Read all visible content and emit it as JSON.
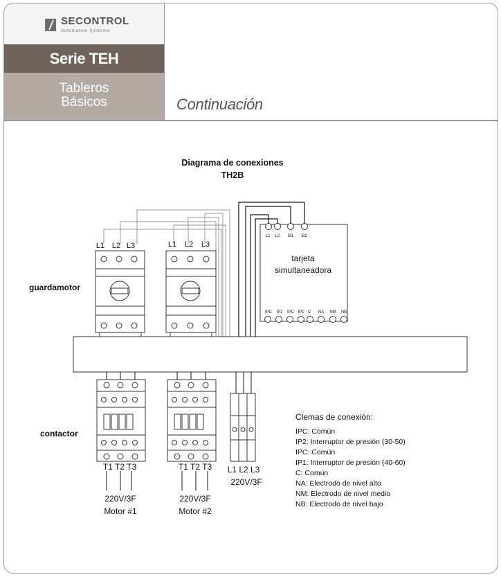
{
  "brand": {
    "name": "SECONTROL",
    "tagline": "Automation Systems"
  },
  "header": {
    "series": "Serie TEH",
    "section_line1": "Tableros",
    "section_line2": "Básicos",
    "continuation": "Continuación"
  },
  "diagram": {
    "title": "Diagrama de conexiones",
    "model": "TH2B",
    "guardamotor_label": "guardamotor",
    "contactor_label": "contactor",
    "breaker1_phases": [
      "L1",
      "L2",
      "L3"
    ],
    "breaker2_phases": [
      "L1",
      "L2",
      "L3"
    ],
    "card": {
      "top_terminals": [
        "L1",
        "L2",
        "B1",
        "B2"
      ],
      "name_line1": "tarjeta",
      "name_line2": "simultaneadora",
      "bottom_terminals": [
        "IPC",
        "IP2",
        "IPC",
        "IP1",
        "C",
        "NA",
        "NM",
        "NB"
      ]
    },
    "motor1": {
      "terminals": "T1 T2 T3",
      "voltage": "220V/3F",
      "name": "Motor #1"
    },
    "motor2": {
      "terminals": "T1 T2 T3",
      "voltage": "220V/3F",
      "name": "Motor #2"
    },
    "supply": {
      "terminals": "L1 L2 L3",
      "voltage": "220V/3F"
    },
    "legend": {
      "title": "Clemas de conexión:",
      "items": [
        "IPC: Común",
        "IP2: Interruptor de presión (30-50)",
        "IPC: Común",
        "IP1: Interruptor de presión (40-60)",
        "C: Común",
        "NA: Electrodo de nivel alto",
        "NM: Electrodo de nivel medio",
        "NB: Electrodo de nivel bajo"
      ]
    }
  },
  "colors": {
    "series_bar": "#6e625a",
    "section_box": "#b3aaa4",
    "frame": "#9a9a9a"
  }
}
